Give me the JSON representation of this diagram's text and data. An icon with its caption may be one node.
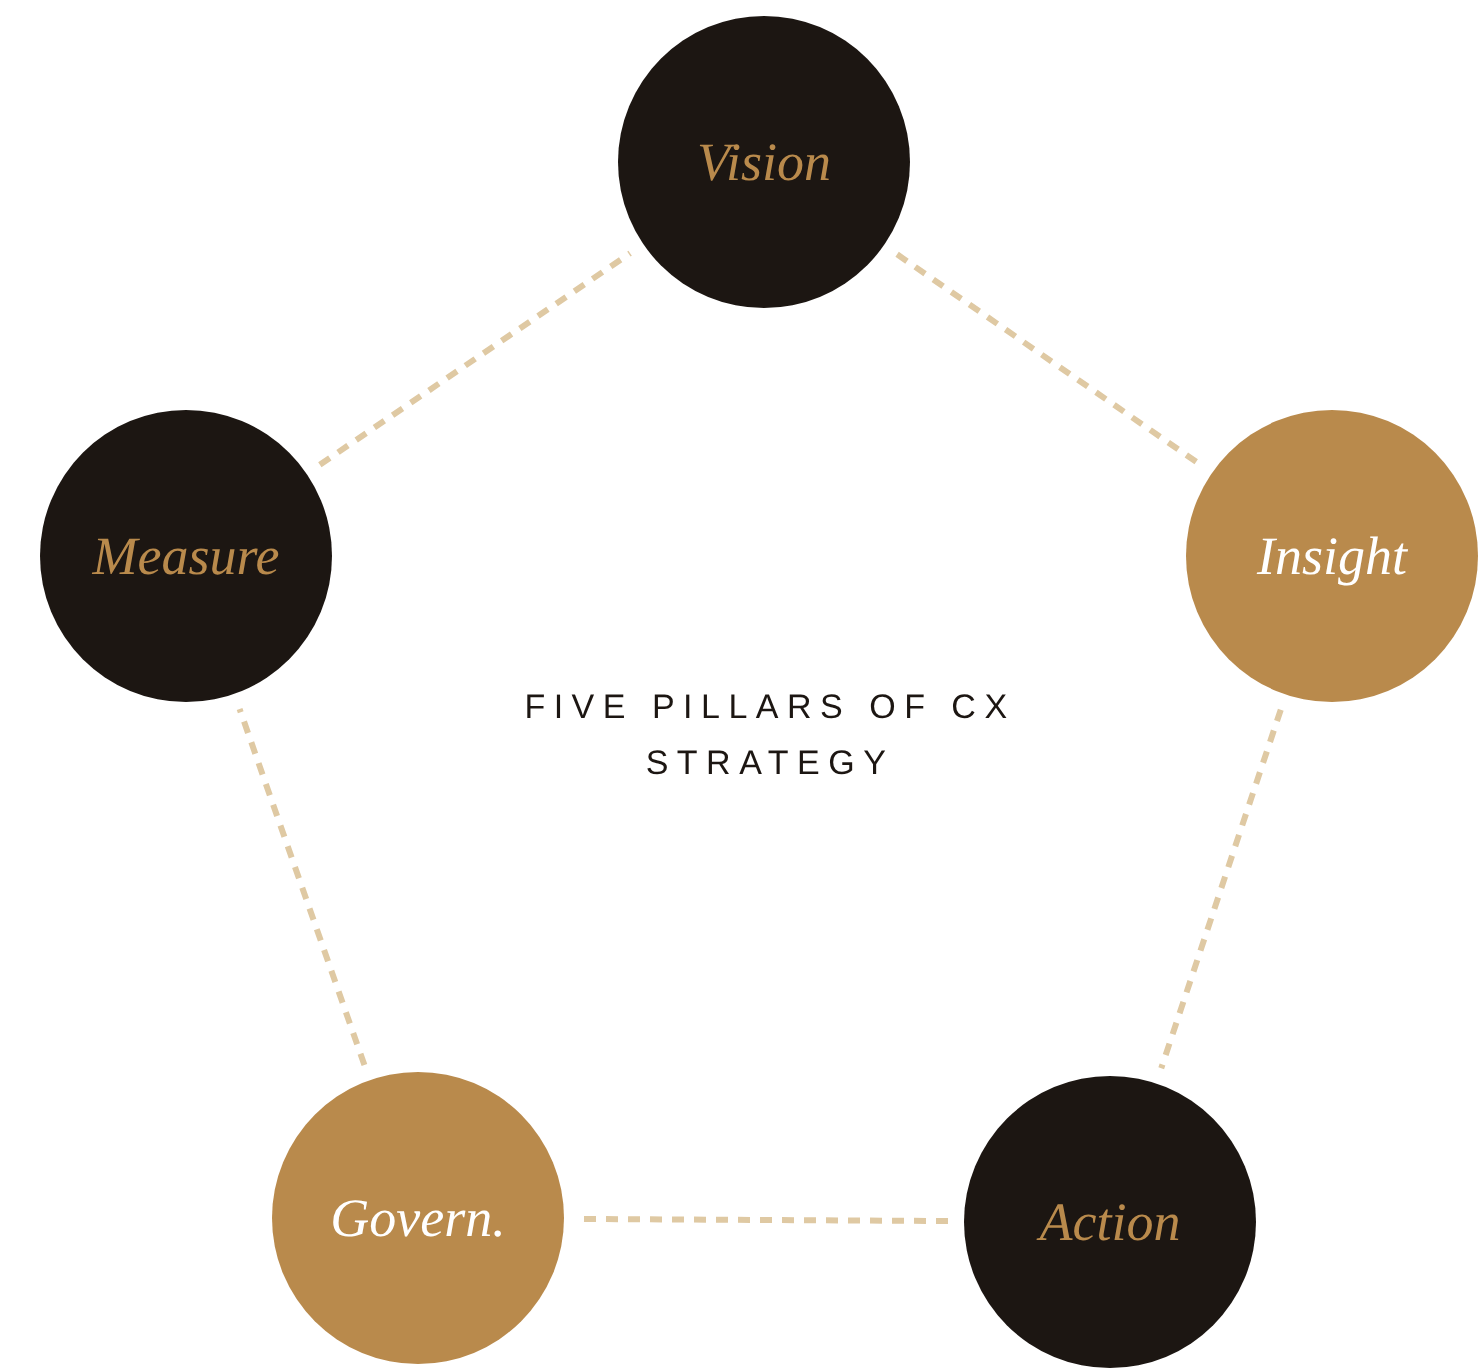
{
  "diagram": {
    "title": "FIVE PILLARS OF CX STRATEGY",
    "nodes": [
      {
        "text": [
          "Vision"
        ]
      },
      {
        "text": [
          "Insight"
        ]
      },
      {
        "text": [
          "Action"
        ]
      },
      {
        "text": [
          "Govern."
        ]
      },
      {
        "text": [
          "Measure"
        ]
      }
    ],
    "edges": [
      {
        "from": 0,
        "to": 1,
        "arrow": "none",
        "style": "dashed"
      },
      {
        "from": 1,
        "to": 2,
        "arrow": "none",
        "style": "dashed"
      },
      {
        "from": 2,
        "to": 3,
        "arrow": "none",
        "style": "dashed"
      },
      {
        "from": 3,
        "to": 4,
        "arrow": "none",
        "style": "dashed"
      },
      {
        "from": 4,
        "to": 0,
        "arrow": "none",
        "style": "dashed"
      }
    ]
  }
}
